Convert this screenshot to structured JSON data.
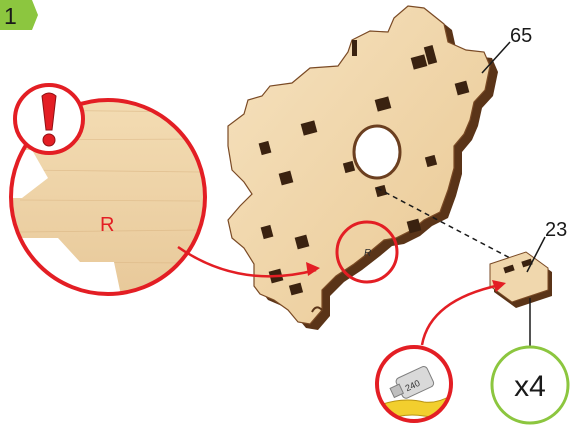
{
  "step": {
    "number": "1",
    "badge_color": "#8cc63f"
  },
  "parts": [
    {
      "label": "65",
      "description": "wooden base plate"
    },
    {
      "label": "23",
      "description": "small wooden connector"
    }
  ],
  "warning": {
    "icon": "exclamation-icon",
    "color": "#e31e24"
  },
  "detail": {
    "marking": "R"
  },
  "plate_marking": "R",
  "quantity": {
    "label": "x4",
    "ring_color": "#8cc63f"
  },
  "glue_icon": {
    "icon": "glue-tube-icon",
    "tube_text": "240"
  },
  "colors": {
    "accent_red": "#e31e24",
    "wood": "#f0d7ad",
    "wood_edge": "#6b3f20"
  }
}
